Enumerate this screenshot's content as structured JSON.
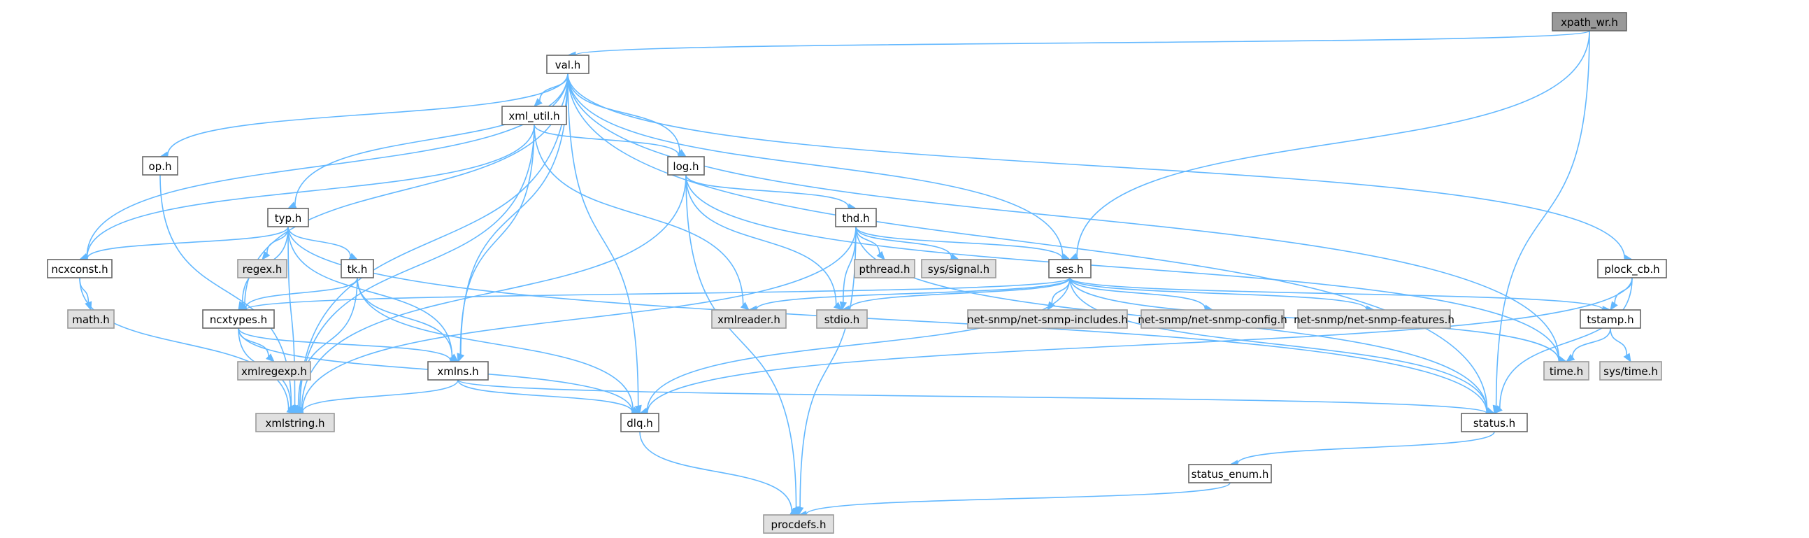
{
  "diagram": {
    "type": "include-dependency-graph",
    "colors": {
      "edge": "#63b8ff",
      "node_border": "#666666",
      "root_fill": "#999999",
      "system_fill": "#e0e0e0",
      "file_fill": "#ffffff"
    },
    "nodes": [
      {
        "id": "xpath_wr",
        "label": "xpath_wr.h",
        "kind": "root"
      },
      {
        "id": "val",
        "label": "val.h",
        "kind": "file"
      },
      {
        "id": "xml_util",
        "label": "xml_util.h",
        "kind": "file"
      },
      {
        "id": "op",
        "label": "op.h",
        "kind": "file"
      },
      {
        "id": "log",
        "label": "log.h",
        "kind": "file"
      },
      {
        "id": "typ",
        "label": "typ.h",
        "kind": "file"
      },
      {
        "id": "thd",
        "label": "thd.h",
        "kind": "file"
      },
      {
        "id": "ncxconst",
        "label": "ncxconst.h",
        "kind": "file"
      },
      {
        "id": "regex",
        "label": "regex.h",
        "kind": "system"
      },
      {
        "id": "tk",
        "label": "tk.h",
        "kind": "file"
      },
      {
        "id": "pthread",
        "label": "pthread.h",
        "kind": "system"
      },
      {
        "id": "syssignal",
        "label": "sys/signal.h",
        "kind": "system"
      },
      {
        "id": "ses",
        "label": "ses.h",
        "kind": "file"
      },
      {
        "id": "plock_cb",
        "label": "plock_cb.h",
        "kind": "file"
      },
      {
        "id": "math",
        "label": "math.h",
        "kind": "system"
      },
      {
        "id": "ncxtypes",
        "label": "ncxtypes.h",
        "kind": "file"
      },
      {
        "id": "xmlreader",
        "label": "xmlreader.h",
        "kind": "system"
      },
      {
        "id": "stdio",
        "label": "stdio.h",
        "kind": "system"
      },
      {
        "id": "netincl",
        "label": "net-snmp/net-snmp-includes.h",
        "kind": "system"
      },
      {
        "id": "netconf",
        "label": "net-snmp/net-snmp-config.h",
        "kind": "system"
      },
      {
        "id": "netfeat",
        "label": "net-snmp/net-snmp-features.h",
        "kind": "system"
      },
      {
        "id": "tstamp",
        "label": "tstamp.h",
        "kind": "file"
      },
      {
        "id": "xmlregexp",
        "label": "xmlregexp.h",
        "kind": "system"
      },
      {
        "id": "xmlns",
        "label": "xmlns.h",
        "kind": "file"
      },
      {
        "id": "time",
        "label": "time.h",
        "kind": "system"
      },
      {
        "id": "systime",
        "label": "sys/time.h",
        "kind": "system"
      },
      {
        "id": "xmlstring",
        "label": "xmlstring.h",
        "kind": "system"
      },
      {
        "id": "dlq",
        "label": "dlq.h",
        "kind": "file"
      },
      {
        "id": "status",
        "label": "status.h",
        "kind": "file"
      },
      {
        "id": "status_enum",
        "label": "status_enum.h",
        "kind": "file"
      },
      {
        "id": "procdefs",
        "label": "procdefs.h",
        "kind": "system"
      }
    ],
    "edges": [
      [
        "xpath_wr",
        "val"
      ],
      [
        "xpath_wr",
        "ses"
      ],
      [
        "xpath_wr",
        "status"
      ],
      [
        "val",
        "xml_util"
      ],
      [
        "val",
        "op"
      ],
      [
        "val",
        "log"
      ],
      [
        "val",
        "typ"
      ],
      [
        "val",
        "ncxconst"
      ],
      [
        "val",
        "ncxtypes"
      ],
      [
        "val",
        "xmlns"
      ],
      [
        "val",
        "xmlstring"
      ],
      [
        "val",
        "dlq"
      ],
      [
        "val",
        "ses"
      ],
      [
        "val",
        "time"
      ],
      [
        "val",
        "plock_cb"
      ],
      [
        "val",
        "status"
      ],
      [
        "xml_util",
        "log"
      ],
      [
        "xml_util",
        "ncxconst"
      ],
      [
        "xml_util",
        "xmlns"
      ],
      [
        "xml_util",
        "xmlstring"
      ],
      [
        "xml_util",
        "xmlreader"
      ],
      [
        "op",
        "xmlstring"
      ],
      [
        "log",
        "thd"
      ],
      [
        "log",
        "xmlstring"
      ],
      [
        "log",
        "stdio"
      ],
      [
        "log",
        "procdefs"
      ],
      [
        "log",
        "time"
      ],
      [
        "typ",
        "regex"
      ],
      [
        "typ",
        "tk"
      ],
      [
        "typ",
        "ncxconst"
      ],
      [
        "typ",
        "ncxtypes"
      ],
      [
        "typ",
        "xmlns"
      ],
      [
        "typ",
        "xmlstring"
      ],
      [
        "typ",
        "status"
      ],
      [
        "thd",
        "pthread"
      ],
      [
        "thd",
        "syssignal"
      ],
      [
        "thd",
        "ses"
      ],
      [
        "thd",
        "stdio"
      ],
      [
        "thd",
        "xmlstring"
      ],
      [
        "thd",
        "procdefs"
      ],
      [
        "thd",
        "status"
      ],
      [
        "ncxconst",
        "math"
      ],
      [
        "ncxconst",
        "xmlstring"
      ],
      [
        "tk",
        "ncxtypes"
      ],
      [
        "tk",
        "xmlns"
      ],
      [
        "tk",
        "xmlstring"
      ],
      [
        "tk",
        "dlq"
      ],
      [
        "ses",
        "ncxtypes"
      ],
      [
        "ses",
        "xmlreader"
      ],
      [
        "ses",
        "stdio"
      ],
      [
        "ses",
        "netincl"
      ],
      [
        "ses",
        "netconf"
      ],
      [
        "ses",
        "netfeat"
      ],
      [
        "ses",
        "tstamp"
      ],
      [
        "ses",
        "time"
      ],
      [
        "ses",
        "dlq"
      ],
      [
        "ses",
        "status"
      ],
      [
        "plock_cb",
        "tstamp"
      ],
      [
        "plock_cb",
        "dlq"
      ],
      [
        "plock_cb",
        "status"
      ],
      [
        "ncxtypes",
        "xmlregexp"
      ],
      [
        "ncxtypes",
        "xmlns"
      ],
      [
        "ncxtypes",
        "xmlstring"
      ],
      [
        "ncxtypes",
        "dlq"
      ],
      [
        "tstamp",
        "time"
      ],
      [
        "tstamp",
        "systime"
      ],
      [
        "xmlns",
        "xmlstring"
      ],
      [
        "xmlns",
        "dlq"
      ],
      [
        "xmlns",
        "status"
      ],
      [
        "dlq",
        "procdefs"
      ],
      [
        "status",
        "status_enum"
      ],
      [
        "status_enum",
        "procdefs"
      ]
    ]
  }
}
